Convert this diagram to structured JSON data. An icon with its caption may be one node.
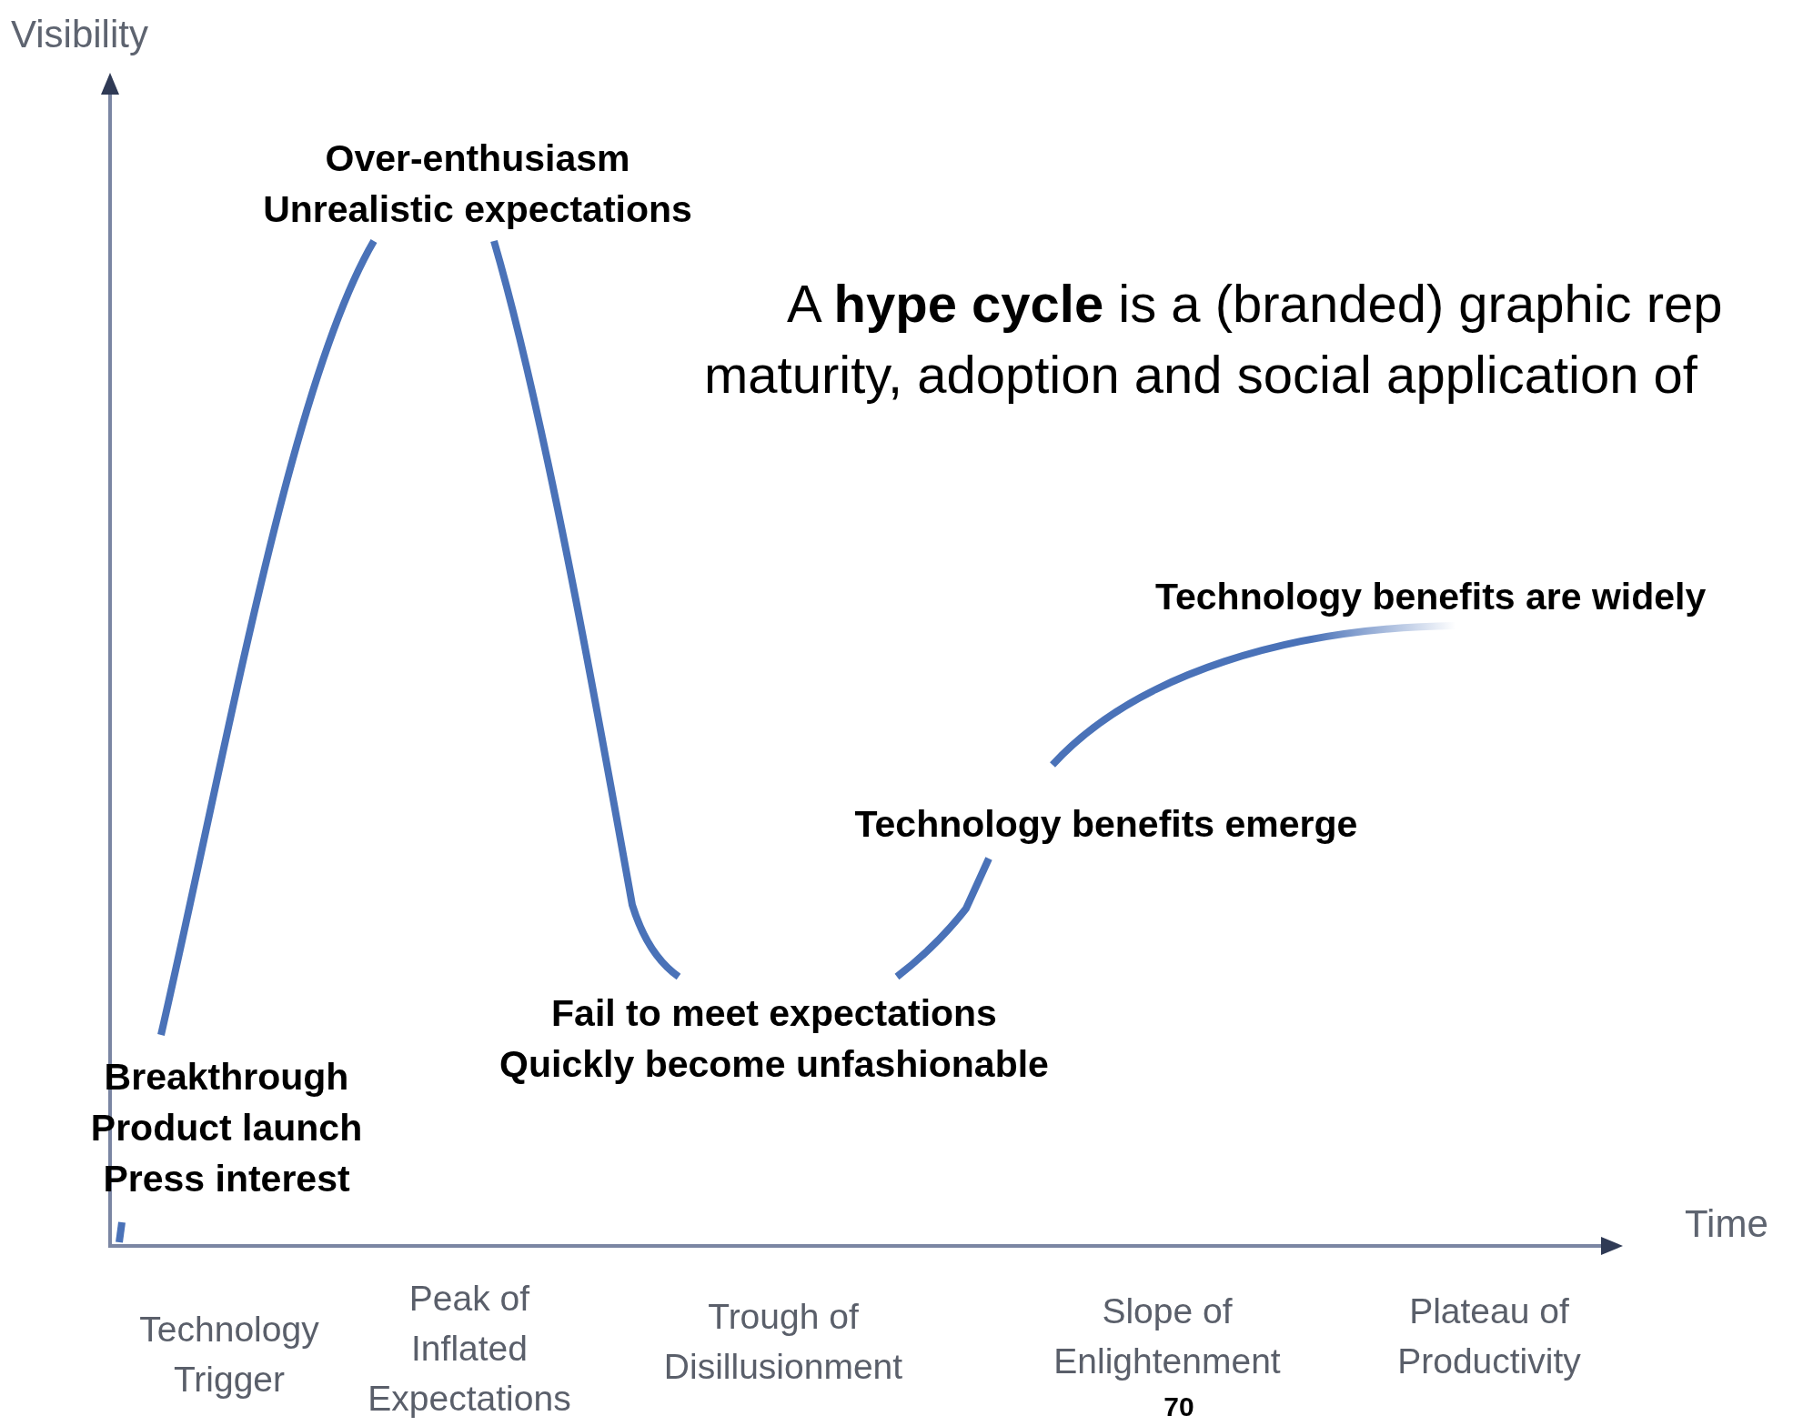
{
  "diagram": {
    "labels": [
      "Visibility",
      "Over-enthusiasm",
      "Unrealistic expectations",
      "A **hype cycle** is a (branded) graphic rep",
      "maturity, adoption and social application of",
      "Technology benefits are widely",
      "Technology benefits emerge",
      "Fail to meet expectations",
      "Breakthrough",
      "Quickly become unfashionable",
      "Product launch",
      "Press interest",
      "Time",
      "Technology Trigger",
      "Peak of Inflated Expectations",
      "Trough of Disillusionment",
      "Slope of Enlightenment",
      "Plateau of Productivity",
      "70"
    ]
  }
}
